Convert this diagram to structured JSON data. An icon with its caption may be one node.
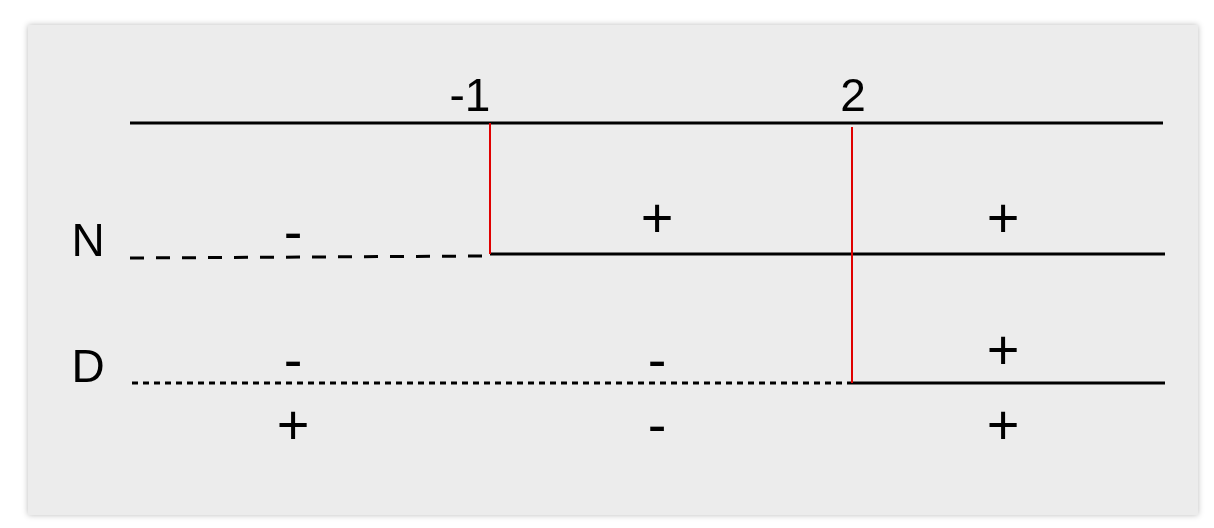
{
  "diagram": {
    "labels": [
      "-1",
      "2",
      "N",
      "-",
      "+",
      "+",
      "D",
      "-",
      "-",
      "+",
      "+",
      "-",
      "+"
    ]
  }
}
